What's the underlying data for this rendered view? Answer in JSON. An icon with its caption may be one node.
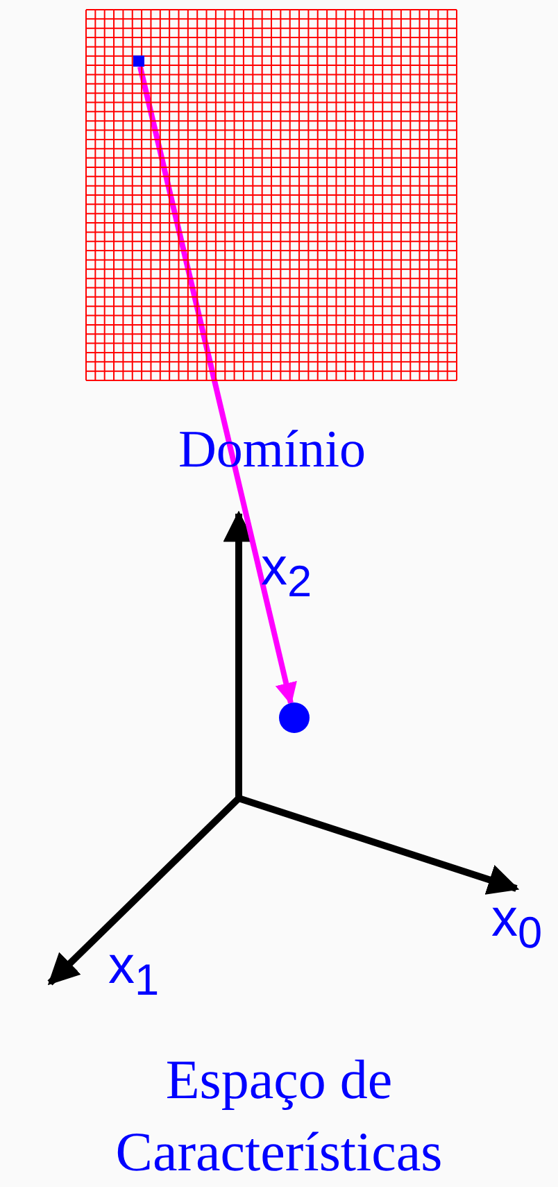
{
  "diagram": {
    "nodes": [
      {
        "text": [
          "Domínio"
        ]
      },
      {
        "text": [],
        "shape": "box",
        "in": 0
      },
      {
        "text": [],
        "shape": "circle"
      }
    ],
    "edges": [
      {
        "from": 1,
        "to": 2,
        "arrow": "to"
      }
    ],
    "labels": [
      "x$_{2}$",
      "x$_{0}$",
      "x$_{1}$",
      "Espaço de Características"
    ]
  }
}
